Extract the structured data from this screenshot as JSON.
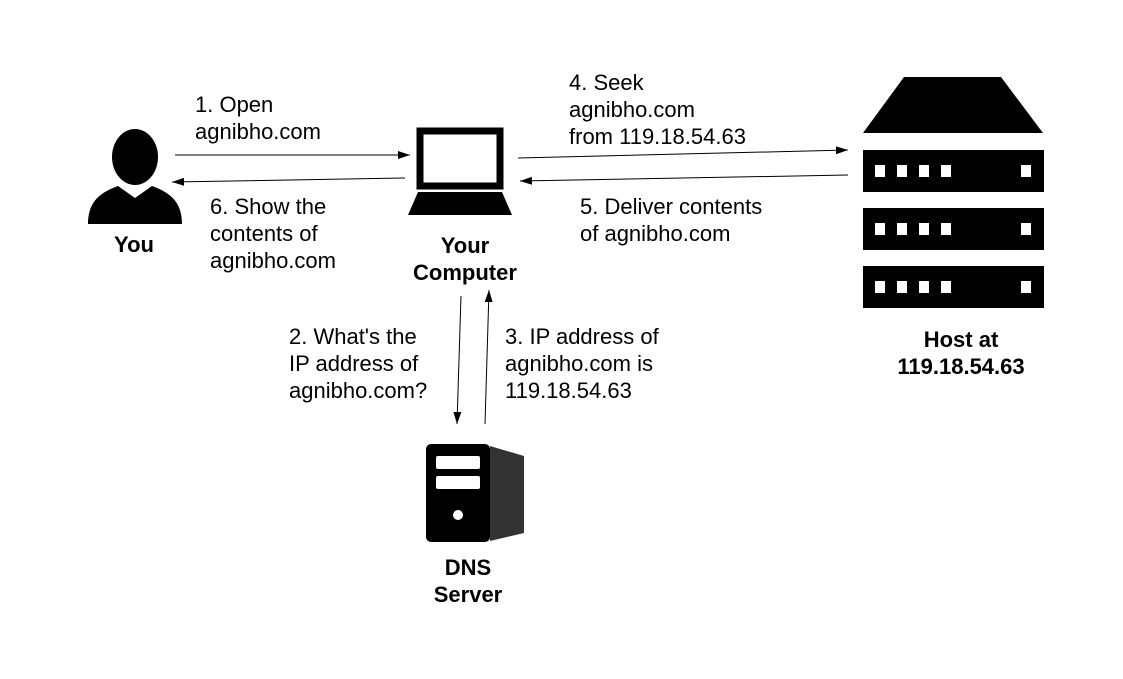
{
  "nodes": {
    "you": {
      "label": "You",
      "icon": "person-icon"
    },
    "computer": {
      "label_lines": [
        "Your",
        "Computer"
      ],
      "icon": "laptop-icon"
    },
    "host": {
      "label_lines": [
        "Host at",
        "119.18.54.63"
      ],
      "icon": "server-rack-icon"
    },
    "dns": {
      "label_lines": [
        "DNS",
        "Server"
      ],
      "icon": "server-tower-icon"
    }
  },
  "steps": [
    {
      "id": "1",
      "lines": [
        "1. Open",
        "agnibho.com"
      ]
    },
    {
      "id": "2",
      "lines": [
        "2. What's the",
        "IP address of",
        "agnibho.com?"
      ]
    },
    {
      "id": "3",
      "lines": [
        "3. IP address of",
        "agnibho.com is",
        "119.18.54.63"
      ]
    },
    {
      "id": "4",
      "lines": [
        "4. Seek",
        "agnibho.com",
        "from 119.18.54.63"
      ]
    },
    {
      "id": "5",
      "lines": [
        "5. Deliver contents",
        "of agnibho.com"
      ]
    },
    {
      "id": "6",
      "lines": [
        "6. Show the",
        "contents of",
        "agnibho.com"
      ]
    }
  ],
  "colors": {
    "ink": "#000000",
    "icon": "#000000",
    "dns_side": "#333333",
    "background": "#ffffff"
  }
}
